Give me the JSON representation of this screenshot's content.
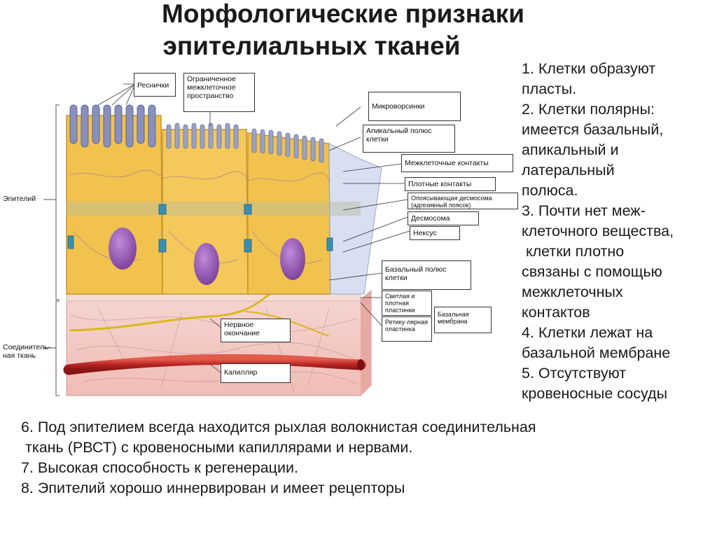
{
  "title": {
    "line1": "Морфологические признаки",
    "line2": "эпителиальных тканей"
  },
  "side_list": [
    "1. Клетки образуют",
    "пласты.",
    "2. Клетки полярны:",
    "имеется базальный,",
    "апикальный и",
    "латеральный",
    "полюса.",
    "3. Почти нет меж-",
    "клеточного вещества,",
    " клетки плотно",
    "связаны с помощью",
    "межклеточных",
    "контактов",
    "4. Клетки лежат на",
    "базальной мембране",
    "5. Отсутствуют",
    "кровеносные сосуды"
  ],
  "bottom_list": [
    "6. Под эпителием всегда находится рыхлая волокнистая соединительная",
    " ткань (РВСТ) с кровеносными капиллярами и нервами.",
    "7. Высокая способность к регенерации.",
    "8. Эпителий хорошо иннервирован и имеет рецепторы"
  ],
  "labels": {
    "cilia": "Реснички",
    "limited_space": "Ограниченное межклеточное пространство",
    "microvilli": "Микроворсинки",
    "apical_pole": "Апикальный полюс клетки",
    "intercellular_contacts": "Межклеточные контакты",
    "tight_junctions": "Плотные контакты",
    "belt_desmosome": "Опоясывающая десмосома (адгезивный поясок)",
    "desmosome": "Десмосома",
    "nexus": "Нексус",
    "basal_pole": "Базальный полюс клетки",
    "lamina_lucida": "Светлая и плотная пластинки",
    "lamina_reticularis": "Ретику-лярная пластинка",
    "basement_membrane": "Базальная мембрана",
    "nerve_ending": "Нервное окончание",
    "capillary": "Капилляр",
    "epithelium": "Эпителий",
    "connective_tissue": "Соединитель-ная ткань"
  },
  "colors": {
    "cell_fill": "#f2c24e",
    "cell_stroke": "#c6932a",
    "nucleus": "#9b5fb8",
    "cilia": "#6f79a8",
    "connective": "#f3c8c4",
    "capillary": "#c23030",
    "nerve": "#e2c21c",
    "membrane": "#e9d3cf"
  }
}
